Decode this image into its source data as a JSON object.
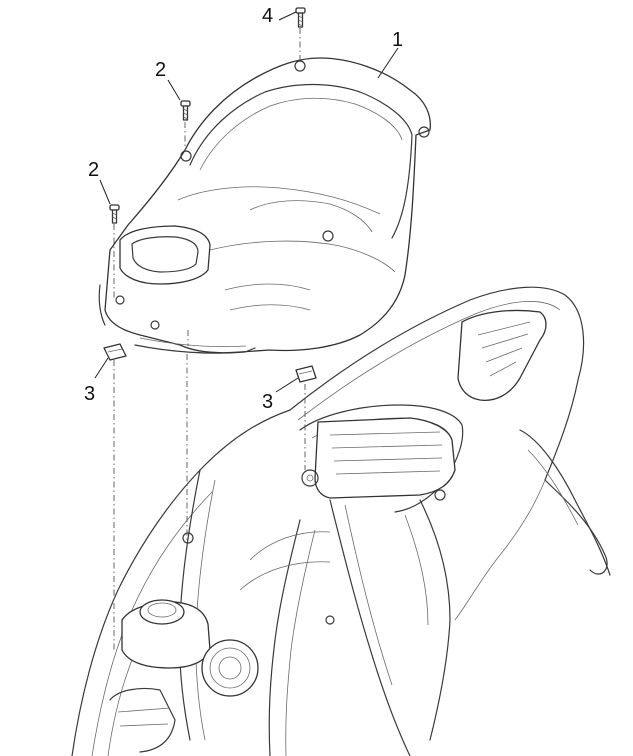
{
  "callouts": [
    {
      "id": "c4",
      "label": "4"
    },
    {
      "id": "c1",
      "label": "1"
    },
    {
      "id": "c2a",
      "label": "2"
    },
    {
      "id": "c2b",
      "label": "2"
    },
    {
      "id": "c3a",
      "label": "3"
    },
    {
      "id": "c3b",
      "label": "3"
    }
  ],
  "colors": {
    "line": "#333333",
    "background": "#ffffff"
  }
}
